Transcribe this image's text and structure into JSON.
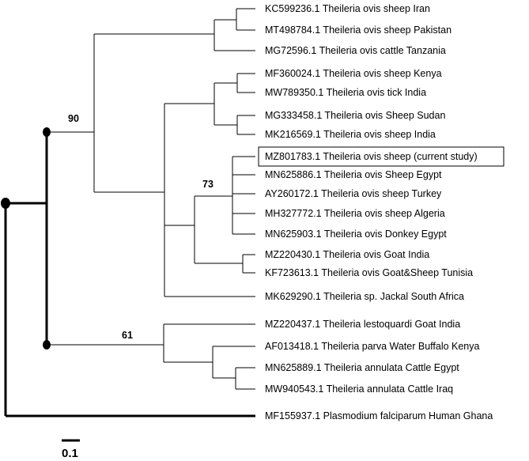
{
  "tree": {
    "leaves": [
      "KC599236.1 Theileria ovis sheep Iran",
      "MT498784.1 Theileria ovis sheep Pakistan",
      "MG72596.1 Theileria ovis cattle Tanzania",
      "MF360024.1 Theileria ovis sheep Kenya",
      "MW789350.1 Theileria ovis tick India",
      "MG333458.1 Theileria ovis Sheep Sudan",
      "MK216569.1 Theileria ovis sheep India",
      "MZ801783.1 Theileria ovis sheep (current study)",
      "MN625886.1 Theileria ovis Sheep Egypt",
      "AY260172.1 Theileria ovis sheep Turkey",
      "MH327772.1 Theileria ovis sheep Algeria",
      "MN625903.1 Theileria ovis Donkey Egypt",
      "MZ220430.1 Theileria ovis Goat India",
      "KF723613.1 Theileria ovis Goat&Sheep Tunisia",
      "MK629290.1 Theileria sp. Jackal South Africa",
      "MZ220437.1 Theileria lestoquardi Goat India",
      "AF013418.1 Theileria parva Water Buffalo Kenya",
      "MN625889.1 Theileria annulata Cattle Egypt",
      "MW940543.1 Theileria annulata Cattle Iraq",
      "MF155937.1 Plasmodium falciparum Human Ghana"
    ],
    "highlighted_leaf": "MZ801783.1 Theileria ovis sheep (current study)",
    "bootstrap": [
      "90",
      "73",
      "61"
    ],
    "scale_label": "0.1"
  }
}
